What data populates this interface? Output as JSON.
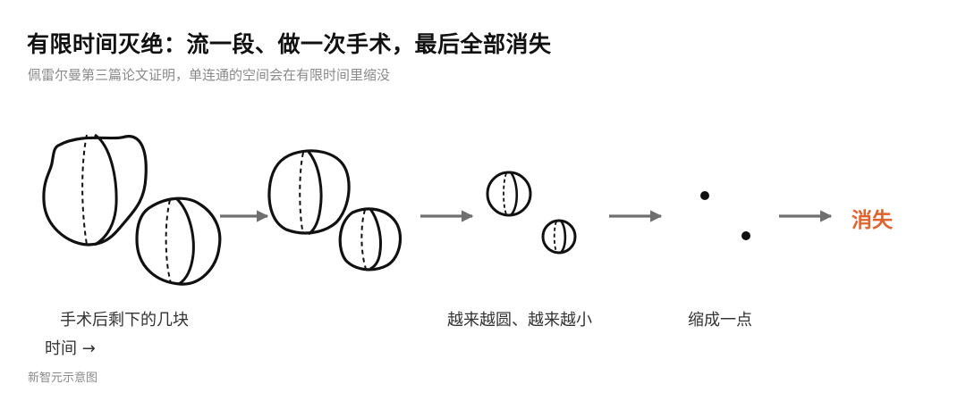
{
  "title": "有限时间灭绝：流一段、做一次手术，最后全部消失",
  "subtitle": "佩雷尔曼第三篇论文证明，单连通的空间会在有限时间里缩没",
  "stages": [
    {
      "label": "手术后剩下的几块"
    },
    {
      "label": "越来越圆、越来越小"
    },
    {
      "label": "缩成一点"
    },
    {
      "label": "消失"
    }
  ],
  "time_axis_label": "时间 →",
  "credit": "新智元示意图",
  "colors": {
    "ink": "#111111",
    "arrow": "#6f6f6f",
    "accent": "#e0632e",
    "muted": "#8a8a8a"
  }
}
